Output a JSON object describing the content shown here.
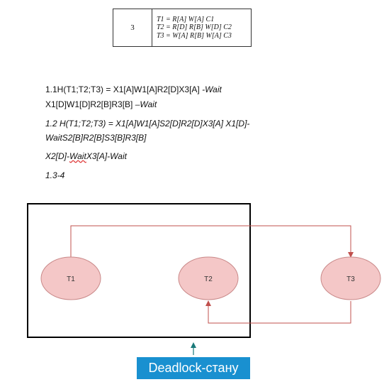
{
  "table": {
    "number": "3",
    "rows": [
      "T1 = R[A] W[A] C1",
      "T2 = R[D] R[B] W[D] C2",
      "T3 = W[A] R[B] W[A] C3"
    ]
  },
  "lines": {
    "l1_main": "1.1H(T1;T2;T3) = X1[A]W1[A]R2[D]X3[A] ",
    "l1_wait": "-Wait",
    "l2_main": "X1[D]W1[D]R2[B]R3[B] ",
    "l2_wait": "–Wait",
    "l3": "1.2 H(T1;T2;T3) = X1[A]W1[A]S2[D]R2[D]X3[A] X1[D]-",
    "l4": "WaitS2[B]R2[B]S3[B]R3[B]",
    "l5_a": " X2[D]-",
    "l5_b": "Wait",
    "l5_c": "X3[A]-Wait",
    "l6": "1.3-4"
  },
  "diagram": {
    "nodes": [
      "T1",
      "T2",
      "T3"
    ],
    "node_fill": "#f4c7c7",
    "node_stroke": "#c98989",
    "edge_color": "#c0504d",
    "box_color": "#000000",
    "label": "Deadlock-стану",
    "label_bg": "#1990d0",
    "pointer_color": "#1a7a7a"
  }
}
